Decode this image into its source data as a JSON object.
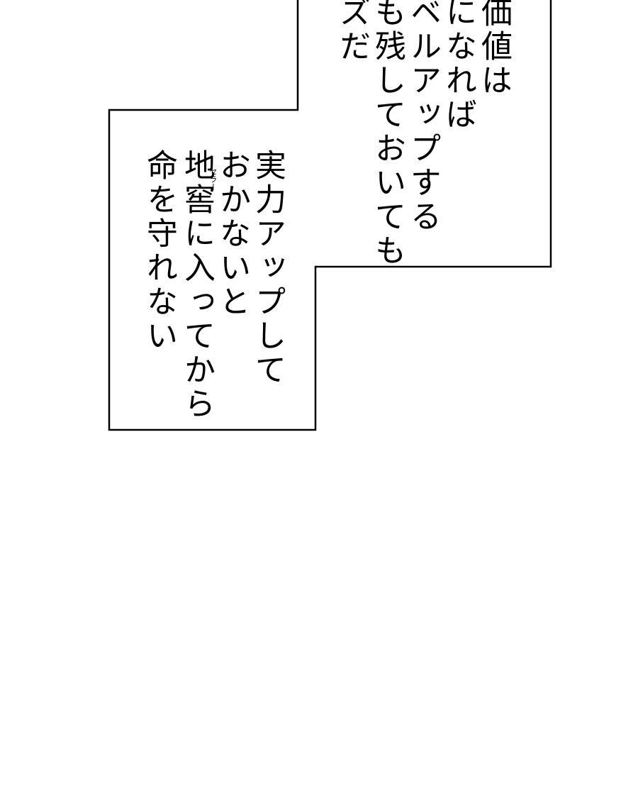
{
  "narration_box_top": {
    "lines": [
      "価値は",
      "になれば",
      "ベルアップする",
      "も残しておいても",
      "ズだ"
    ]
  },
  "narration_box_bottom": {
    "lines": [
      "実力アップして",
      "おかないと",
      "地窖に入ってから",
      "命を守れない"
    ],
    "ruby": "セラー"
  },
  "colors": {
    "background": "#ffffff",
    "border": "#000000",
    "text": "#000000"
  }
}
